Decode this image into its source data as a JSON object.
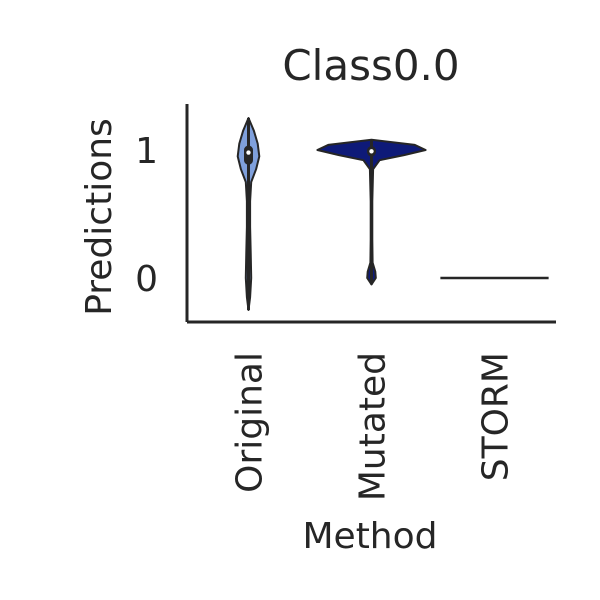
{
  "chart_data": {
    "type": "violin",
    "title": "Class0.0",
    "xlabel": "Method",
    "ylabel": "Predictions",
    "categories": [
      "Original",
      "Mutated",
      "STORM"
    ],
    "ylim": [
      -0.35,
      1.35
    ],
    "yticks": [
      0,
      1
    ],
    "grid": false,
    "legend": "none",
    "colors": {
      "Original": "#7fa0dc",
      "Mutated": "#0e1a78",
      "STORM": "#262626"
    },
    "series": [
      {
        "name": "Original",
        "quartiles": [
          0.92,
          0.98,
          1.0
        ],
        "range": [
          -0.25,
          1.25
        ],
        "density": [
          [
            -0.25,
            0.0
          ],
          [
            -0.15,
            0.03
          ],
          [
            0.0,
            0.05
          ],
          [
            0.2,
            0.04
          ],
          [
            0.4,
            0.03
          ],
          [
            0.6,
            0.03
          ],
          [
            0.75,
            0.05
          ],
          [
            0.85,
            0.14
          ],
          [
            0.95,
            0.2
          ],
          [
            1.05,
            0.17
          ],
          [
            1.15,
            0.1
          ],
          [
            1.25,
            0.0
          ]
        ]
      },
      {
        "name": "Mutated",
        "quartiles": [
          0.985,
          0.99,
          0.995
        ],
        "range": [
          -0.05,
          1.08
        ],
        "density": [
          [
            -0.05,
            0.0
          ],
          [
            0.0,
            0.08
          ],
          [
            0.05,
            0.07
          ],
          [
            0.12,
            0.02
          ],
          [
            0.3,
            0.015
          ],
          [
            0.6,
            0.015
          ],
          [
            0.85,
            0.03
          ],
          [
            0.92,
            0.15
          ],
          [
            0.96,
            0.6
          ],
          [
            1.0,
            1.0
          ],
          [
            1.04,
            0.8
          ],
          [
            1.08,
            0.0
          ]
        ]
      },
      {
        "name": "STORM",
        "quartiles": [
          0.0,
          0.0,
          0.0
        ],
        "range": [
          0.0,
          0.0
        ],
        "density": []
      }
    ]
  }
}
